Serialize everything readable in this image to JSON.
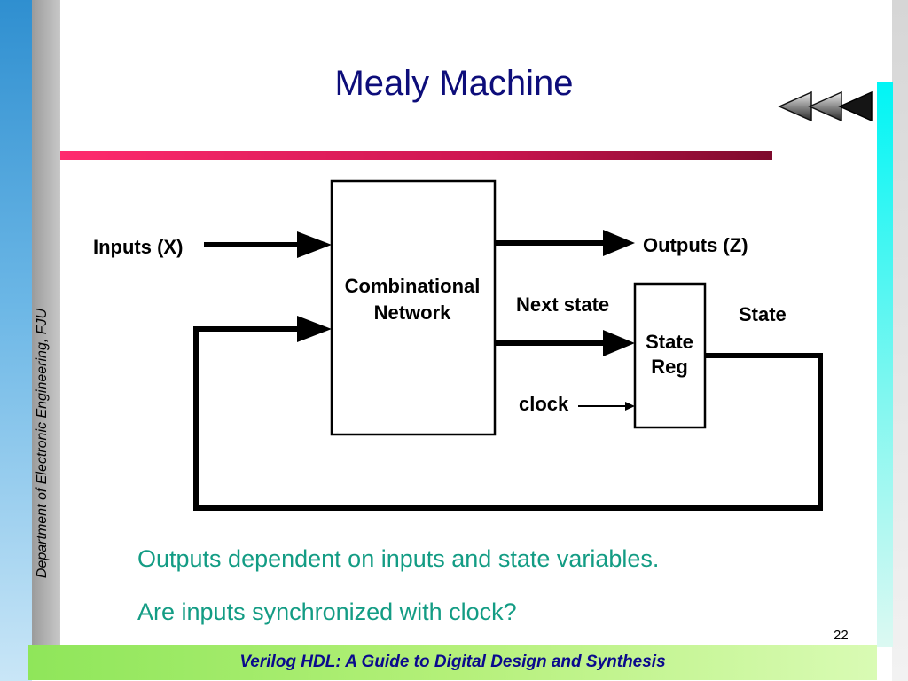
{
  "slide": {
    "title": "Mealy Machine",
    "department": "Department of Electronic Engineering, FJU",
    "page_number": "22",
    "footer": "Verilog HDL: A Guide to Digital Design and Synthesis"
  },
  "diagram": {
    "inputs_label": "Inputs (X)",
    "outputs_label": "Outputs (Z)",
    "comb_line1": "Combinational",
    "comb_line2": "Network",
    "next_state_label": "Next state",
    "state_label": "State",
    "reg_line1": "State",
    "reg_line2": "Reg",
    "clock_label": "clock"
  },
  "captions": [
    "Outputs dependent on inputs and state variables.",
    "Are inputs synchronized with clock?"
  ],
  "colors": {
    "title": "#0d0d7a",
    "caption": "#139c84",
    "footer_text": "#0a0a8c",
    "divider": "#e0195c"
  },
  "icons": {
    "nav": "triple-left-arrow-icon"
  }
}
